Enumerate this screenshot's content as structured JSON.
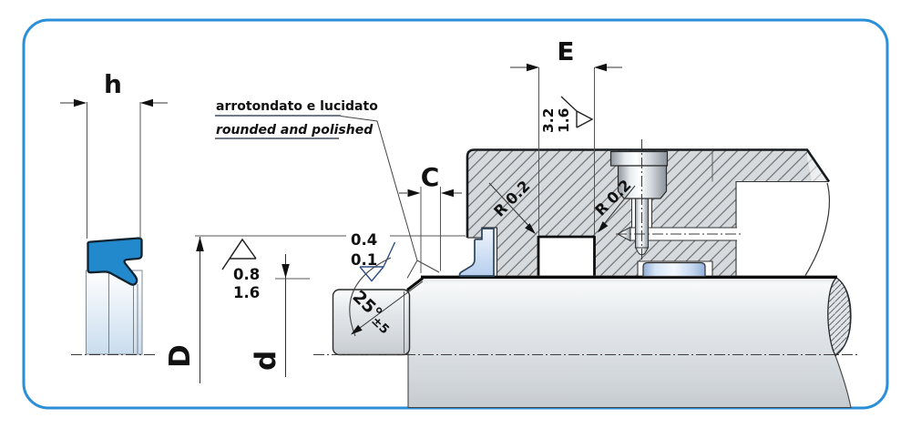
{
  "drawing": {
    "dimension_labels": {
      "h": "h",
      "D": "D",
      "d": "d",
      "C": "C",
      "E": "E"
    },
    "note": {
      "italian": "arrotondato e lucidato",
      "english": "rounded and polished"
    },
    "surface_finish": {
      "housing_bore": {
        "line1": "0.8",
        "line2": "1.6"
      },
      "rod_surface": {
        "line1": "0.4",
        "line2": "0.1"
      },
      "groove_face": {
        "line1": "3.2",
        "line2": "1.6"
      }
    },
    "corner_radii": {
      "left": "R 0.2",
      "right": "R 0.2"
    },
    "chamfer_angle": {
      "value": "25°",
      "tolerance": "±5"
    },
    "colors": {
      "frame": "#2b8fd8",
      "seal": "#2289cd",
      "installed_seal": "#c9dbf3",
      "guide_band": "#bcd1ee",
      "rod_finish_text": "#2f4d8a",
      "annotation_text": "#1c2b3a"
    }
  }
}
